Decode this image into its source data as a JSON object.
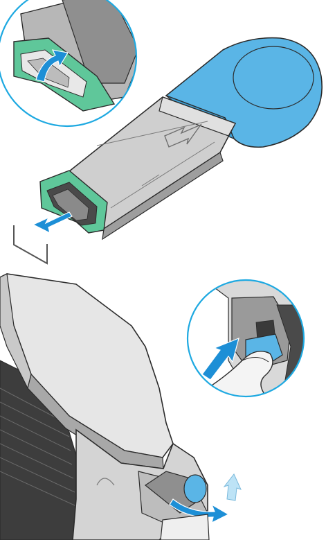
{
  "figures": [
    {
      "name": "staple-cartridge-removal",
      "callout": "cartridge-latch-detail",
      "action_arrow": "pull-out"
    },
    {
      "name": "stapler-cartridge-insertion",
      "callout": "push-cartridge-detail",
      "action_arrow": "push-in"
    }
  ],
  "colors": {
    "callout_ring": "#1ea9e1",
    "arrow_blue": "#1d8fd6",
    "cartridge_blue": "#5ab5e6",
    "latch_green": "#5fc79a",
    "body_gray": "#bfbfbf",
    "outline": "#2b2b2b"
  },
  "icons": [
    "arrow-up-icon",
    "arrow-left-icon",
    "arrow-push-icon",
    "arrow-curve-icon",
    "staple-icon"
  ]
}
